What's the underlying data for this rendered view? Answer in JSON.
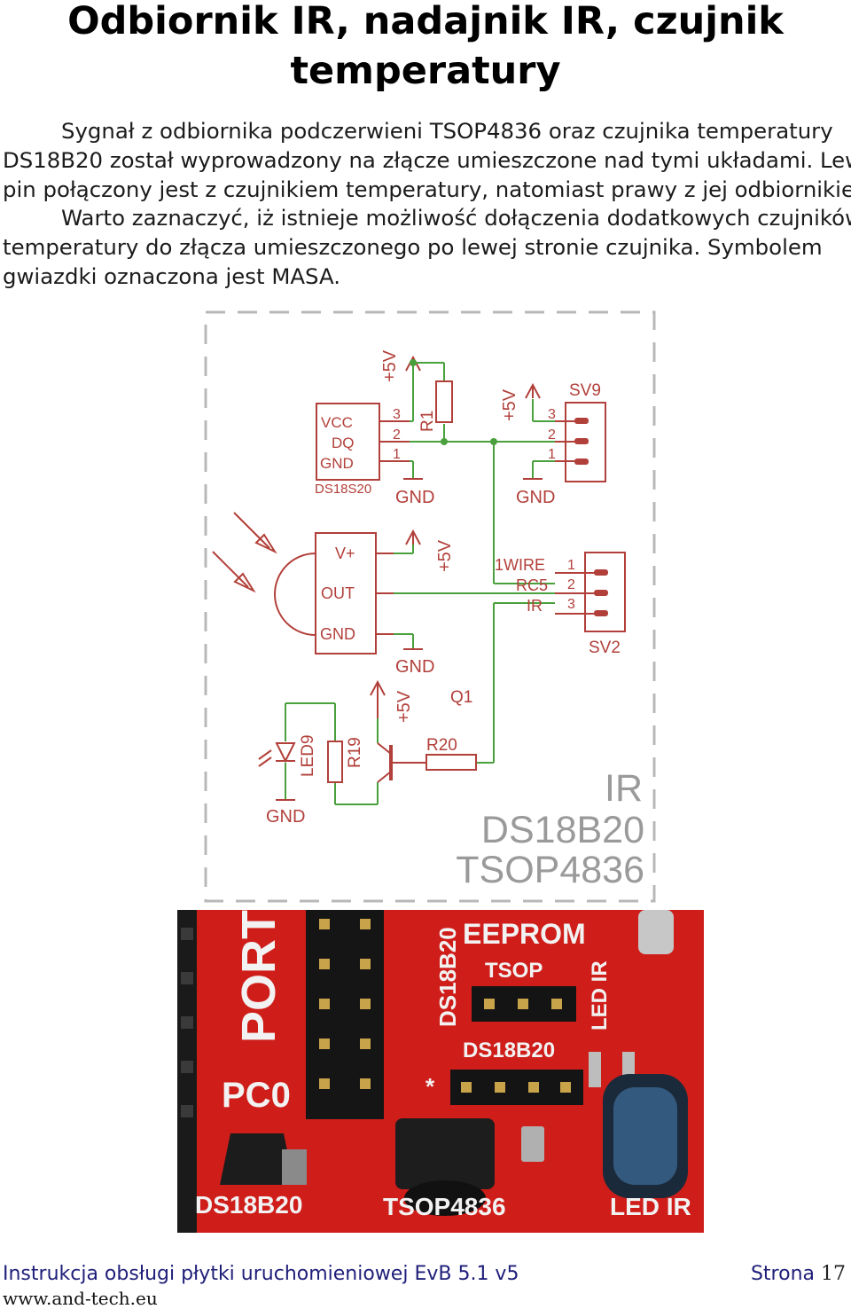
{
  "page": {
    "title_line1": "Odbiornik IR, nadajnik IR, czujnik",
    "title_line2": "temperatury",
    "paragraph": [
      "Sygnał z odbiornika podczerwieni TSOP4836 oraz czujnika temperatury",
      "DS18B20 został wyprowadzony na złącze umieszczone nad tymi układami. Lewy",
      "pin połączony jest z czujnikiem temperatury, natomiast prawy z jej odbiornikiem.",
      "Warto zaznaczyć, iż istnieje możliwość dołączenia dodatkowych czujników",
      "temperatury do złącza umieszczonego po lewej stronie czujnika. Symbolem",
      "gwiazdki oznaczona jest MASA."
    ]
  },
  "schematic": {
    "ds18s20": {
      "pins": [
        "VCC",
        "DQ",
        "GND"
      ],
      "name": "DS18S20",
      "pin_numbers": [
        "3",
        "2",
        "1"
      ]
    },
    "supply_labels": [
      "+5V",
      "+5V",
      "+5V",
      "+5V"
    ],
    "gnd_labels": [
      "GND",
      "GND",
      "GND",
      "GND"
    ],
    "resistors": [
      "R1",
      "R19",
      "R20"
    ],
    "sv9": {
      "name": "SV9",
      "pin_numbers": [
        "3",
        "2",
        "1"
      ]
    },
    "tsop": {
      "pins": [
        "V+",
        "OUT",
        "GND"
      ]
    },
    "sv2": {
      "name": "SV2",
      "signals": [
        "1WIRE",
        "RC5",
        "IR"
      ],
      "pin_numbers": [
        "1",
        "2",
        "3"
      ]
    },
    "led": "LED9",
    "transistor": "Q1",
    "block_text": [
      "IR",
      "DS18B20",
      "TSOP4836"
    ]
  },
  "photo": {
    "silkscreen": [
      "PORT",
      "PC0",
      "DS18B20",
      "EEPROM",
      "TSOP",
      "DS18B20",
      "LED IR",
      "DS18B20",
      "TSOP4836",
      "LED IR",
      "*"
    ]
  },
  "footer": {
    "title": "Instrukcja obsługi płytki uruchomieniowej EvB 5.1 v5",
    "page_label": "Strona",
    "page_number": "17",
    "url": "www.and-tech.eu"
  },
  "colors": {
    "schematic_red": "#b2403a",
    "schematic_green": "#4aa03c",
    "pcb_red": "#d8211c",
    "footer_blue": "#1f1f7a"
  }
}
